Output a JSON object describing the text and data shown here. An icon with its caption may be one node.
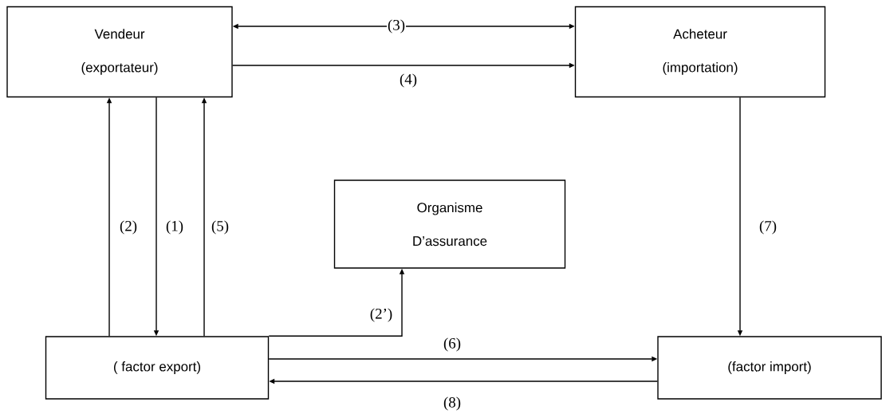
{
  "diagram": {
    "nodes": [
      {
        "text": [
          "Vendeur",
          "(exportateur)"
        ]
      },
      {
        "text": [
          "Acheteur",
          "(importation)"
        ]
      },
      {
        "text": [
          "Organisme",
          "D’assurance"
        ]
      },
      {
        "text": [
          "( factor export)"
        ]
      },
      {
        "text": [
          "(factor import)"
        ]
      }
    ],
    "edges": [
      {
        "from": 0,
        "to": 1,
        "arrow": "both",
        "label": "(3)"
      },
      {
        "from": 0,
        "to": 1,
        "arrow": "to",
        "label": "(4)"
      },
      {
        "from": 3,
        "to": 0,
        "arrow": "to",
        "label": "(2)"
      },
      {
        "from": 0,
        "to": 3,
        "arrow": "to",
        "label": "(1)"
      },
      {
        "from": 3,
        "to": 0,
        "arrow": "to",
        "label": "(5)"
      },
      {
        "from": 3,
        "to": 2,
        "arrow": "to",
        "label": "(2’)"
      },
      {
        "from": 3,
        "to": 4,
        "arrow": "to",
        "label": "(6)"
      },
      {
        "from": 4,
        "to": 3,
        "arrow": "to",
        "label": "(8)"
      },
      {
        "from": 1,
        "to": 4,
        "arrow": "to",
        "label": "(7)"
      }
    ]
  }
}
